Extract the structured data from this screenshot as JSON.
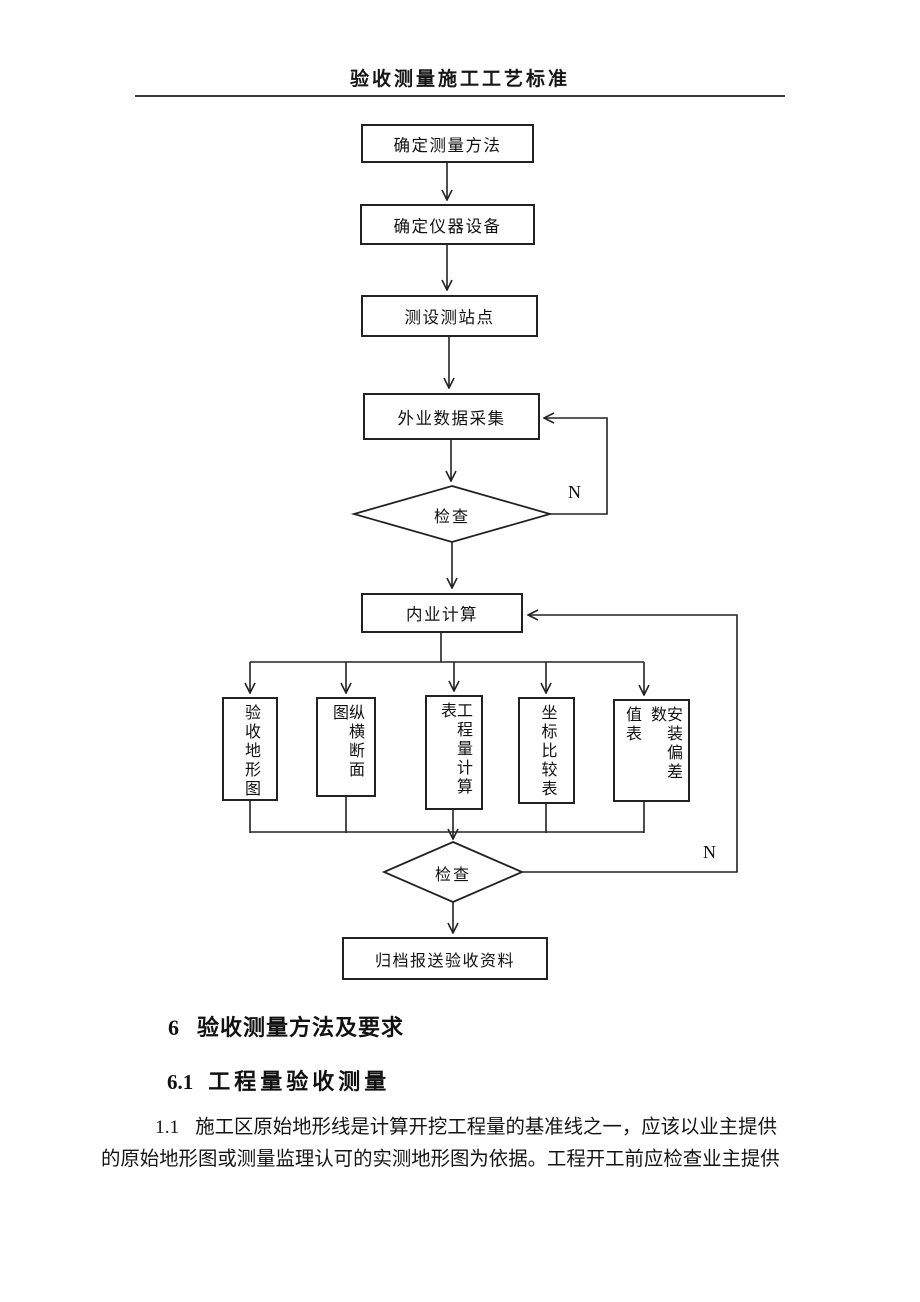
{
  "page": {
    "header_title": "验收测量施工工艺标准",
    "ink_color": "#1a1a1a",
    "line_color": "#222222"
  },
  "flowchart": {
    "step1": "确定测量方法",
    "step2": "确定仪器设备",
    "step3": "测设测站点",
    "step4": "外业数据采集",
    "check1": "检查",
    "check1_no": "N",
    "step5": "内业计算",
    "output1": "验收地形图",
    "output2": "纵横断面图",
    "output3": "工程量计算表",
    "output4": "坐标比较表",
    "output5_col_left": "值表",
    "output5_col_right": "安装偏差数",
    "check2": "检查",
    "check2_no": "N",
    "final": "归档报送验收资料"
  },
  "sections": {
    "h1_num": "6",
    "h1_text": "验收测量方法及要求",
    "h2_num": "6.1",
    "h2_text": "工程量验收测量",
    "para_num": "1.1",
    "para_line1": "施工区原始地形线是计算开挖工程量的基准线之一，应该以业主提供",
    "para_line2": "的原始地形图或测量监理认可的实测地形图为依据。工程开工前应检查业主提供"
  }
}
